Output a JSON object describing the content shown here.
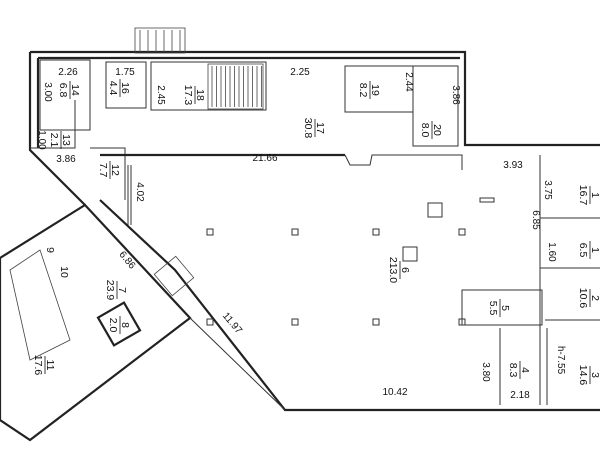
{
  "rooms": [
    {
      "number": "14",
      "area": "6.8"
    },
    {
      "number": "16",
      "area": "4.4"
    },
    {
      "number": "18",
      "area": "17.3"
    },
    {
      "number": "19",
      "area": "8.2"
    },
    {
      "number": "20",
      "area": "8.0"
    },
    {
      "number": "17",
      "area": "30.8"
    },
    {
      "number": "13",
      "area": "2.1"
    },
    {
      "number": "12",
      "area": "7.7"
    },
    {
      "number": "7",
      "area": "23.9"
    },
    {
      "number": "8",
      "area": "2.0"
    },
    {
      "number": "11",
      "area": "17.6"
    },
    {
      "number": "6",
      "area": "213.0"
    },
    {
      "number": "5",
      "area": "5.5"
    },
    {
      "number": "4",
      "area": "8.3"
    },
    {
      "number": "3",
      "area": "14.6"
    },
    {
      "number": "2",
      "area": "10.6"
    },
    {
      "number": "1",
      "area": "6.5"
    },
    {
      "number": "1",
      "area": "16.7"
    },
    {
      "number": "9"
    },
    {
      "number": "10"
    }
  ],
  "dimensions": [
    "2.26",
    "3.00",
    "1.75",
    "2.45",
    "2.25",
    "2.44",
    "3.86",
    "1.00",
    "3.86",
    "21.66",
    "4.02",
    "3.93",
    "3.75",
    "6.85",
    "1.60",
    "6.86",
    "11.97",
    "10.42",
    "3.80",
    "2.18",
    "h-7.55"
  ]
}
